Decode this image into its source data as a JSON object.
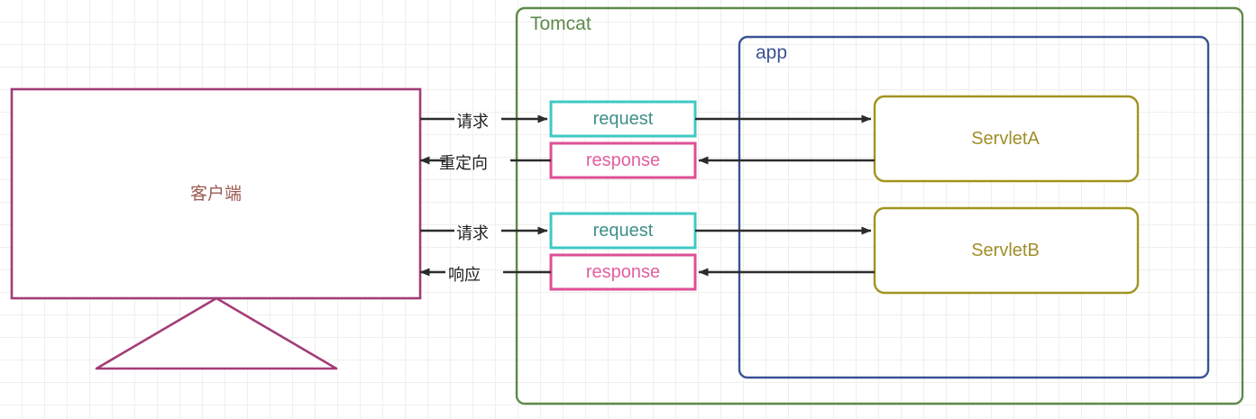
{
  "diagram": {
    "title_visible": false,
    "containers": [
      {
        "id": "tomcat",
        "label": "Tomcat",
        "color": "#5e8a4b"
      },
      {
        "id": "app",
        "label": "app",
        "color": "#3a5394"
      }
    ],
    "client": {
      "label": "客户端",
      "color": "#a23d78",
      "text_color": "#9c5a52",
      "shape": "monitor-with-stand"
    },
    "message_boxes": [
      {
        "id": "request-1",
        "label": "request",
        "color": "#3fc9c4",
        "text_color": "#3f8f8a"
      },
      {
        "id": "response-1",
        "label": "response",
        "color": "#de4f96",
        "text_color": "#e05fa0"
      },
      {
        "id": "request-2",
        "label": "request",
        "color": "#3fc9c4",
        "text_color": "#3f8f8a"
      },
      {
        "id": "response-2",
        "label": "response",
        "color": "#de4f96",
        "text_color": "#e05fa0"
      }
    ],
    "servlets": [
      {
        "id": "servlet-a",
        "label": "ServletA",
        "color": "#a0941f",
        "text_color": "#a08f2a"
      },
      {
        "id": "servlet-b",
        "label": "ServletB",
        "color": "#a0941f",
        "text_color": "#a08f2a"
      }
    ],
    "edge_labels": [
      {
        "id": "edge-request-1",
        "label": "请求",
        "direction": "client-to-request-1"
      },
      {
        "id": "edge-redirect",
        "label": "重定向",
        "direction": "response-1-to-client"
      },
      {
        "id": "edge-request-2",
        "label": "请求",
        "direction": "client-to-request-2"
      },
      {
        "id": "edge-response",
        "label": "响应",
        "direction": "response-2-to-client"
      }
    ],
    "internal_edges": [
      {
        "id": "edge-req1-servletA",
        "from": "request-1",
        "to": "servlet-a",
        "direction": "right"
      },
      {
        "id": "edge-servletA-res1",
        "from": "servlet-a",
        "to": "response-1",
        "direction": "left"
      },
      {
        "id": "edge-req2-servletB",
        "from": "request-2",
        "to": "servlet-b",
        "direction": "right"
      },
      {
        "id": "edge-servletB-res2",
        "from": "servlet-b",
        "to": "response-2",
        "direction": "left"
      }
    ],
    "colors": {
      "arrow": "#2b2b2b",
      "grid": "#f0efee",
      "background": "#ffffff"
    }
  }
}
